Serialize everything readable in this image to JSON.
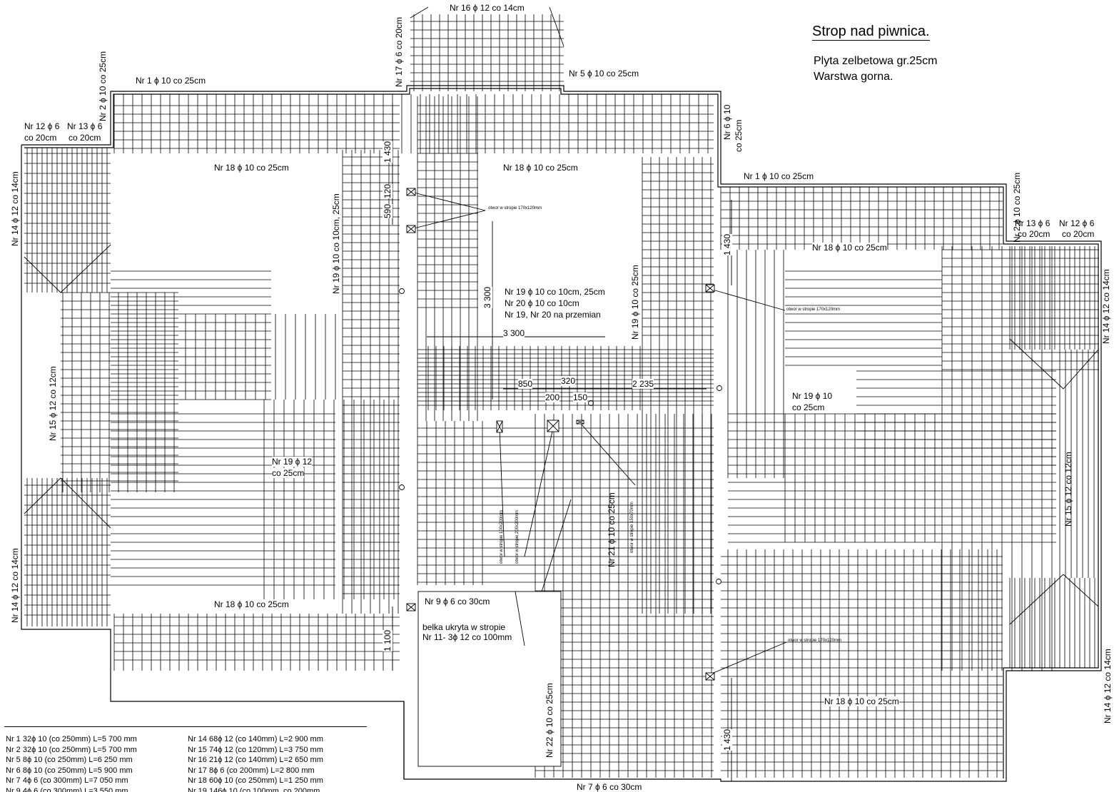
{
  "header": {
    "title": "Strop nad piwnica.",
    "subtitle_line1": "Plyta zelbetowa gr.25cm",
    "subtitle_line2": "Warstwa gorna."
  },
  "labels": {
    "nr16": "Nr 16 ϕ 12 co 14cm",
    "nr17": "Nr 17 ϕ 6 co 20cm",
    "nr5": "Nr 5 ϕ 10 co 25cm",
    "nr1_left": "Nr 1 ϕ 10 co 25cm",
    "nr2": "Nr 2 ϕ 10 co 25cm",
    "nr12_left_a": "Nr 12 ϕ 6",
    "nr12_left_b": "co 20cm",
    "nr13_left_a": "Nr 13 ϕ 6",
    "nr13_left_b": "co 20cm",
    "nr6_a": "Nr 6 ϕ 10",
    "nr6_b": "co 25cm",
    "nr1_right": "Nr 1 ϕ 10 co 25cm",
    "nr_right_vert": "Nr 2 ϕ 10 co 25cm",
    "nr13_right_a": "Nr 13 ϕ 6",
    "nr13_right_b": "co 20cm",
    "nr12_right_a": "Nr 12 ϕ 6",
    "nr12_right_b": "co 20cm",
    "nr18_top_left": "Nr 18 ϕ 10 co 25cm",
    "nr18_top_mid": "Nr 18 ϕ 10 co 25cm",
    "nr18_right": "Nr 18 ϕ 10 co 25cm",
    "nr18_bottom_left": "Nr 18 ϕ 10 co 25cm",
    "nr18_bottom_right": "Nr 18 ϕ 10 co 25cm",
    "nr14_left_top": "Nr 14 ϕ 12 co 14cm",
    "nr14_left_bottom": "Nr 14 ϕ 12 co 14cm",
    "nr14_right_top": "Nr 14 ϕ 12 co 14cm",
    "nr14_right_bottom": "Nr 14 ϕ 12 co 14cm",
    "nr15_left": "Nr 15 ϕ 12 co 12cm",
    "nr15_right": "Nr 15 ϕ 12 co 12cm",
    "nr19_vert_left": "Nr 19 ϕ 10 co 10cm, 25cm",
    "nr19_vert_right": "Nr 19 ϕ 10 co 25cm",
    "nr19_center_1": "Nr 19 ϕ 10 co 10cm, 25cm",
    "nr19_center_2": "Nr 20 ϕ 10 co 10cm",
    "nr19_center_3": "Nr 19, Nr 20 na przemian",
    "nr19_right_a": "Nr 19 ϕ 10",
    "nr19_right_b": "co 25cm",
    "nr19_left_a": "Nr 19 ϕ 12",
    "nr19_left_b": "co 25cm",
    "nr21": "Nr 21 ϕ 10 co 25cm",
    "nr22": "Nr 22 ϕ 10 co 25cm",
    "nr9": "Nr 9 ϕ 6 co 30cm",
    "belka_a": "belka ukryta w stropie",
    "belka_b": "Nr 11- 3ϕ 12 co 100mm",
    "nr7": "Nr 7 ϕ 6 co 30cm",
    "otwor_top": "otwor w stropie 170x120mm",
    "otwor_right_top": "otwor w stropie 170x120mm",
    "otwor_right_bottom": "otwor w stropie 170x120mm",
    "otwor_100": "otwor w stropie 100x200mm",
    "otwor_200": "otwor w stropie 200x200mm",
    "otwor_150": "otwor w stropie 150x70mm"
  },
  "dimensions": {
    "d1430_top": "1 430",
    "d120": "120",
    "d590": "590",
    "d3300_v": "3 300",
    "d3300_h": "3 300",
    "d850": "850",
    "d320": "320",
    "d200": "200",
    "d150": "150",
    "d2235": "2 235",
    "d1430_right": "1 430",
    "d1100": "1 100",
    "d1430_bottom": "1 430"
  },
  "legend": {
    "left": [
      "Nr 1  32ϕ 10 (co 250mm) L=5 700 mm",
      "Nr 2  32ϕ 10 (co 250mm) L=5 700 mm",
      "Nr 5  8ϕ 10 (co 250mm) L=6 250 mm",
      "Nr 6  8ϕ 10 (co 250mm) L=5 900 mm",
      "Nr 7  4ϕ 6 (co 300mm) L=7 050 mm",
      "Nr 9  4ϕ 6 (co 300mm) L=3 550 mm"
    ],
    "right": [
      "Nr 14  68ϕ 12 (co 140mm) L=2 900 mm",
      "Nr 15  74ϕ 12 (co 120mm) L=3 750 mm",
      "Nr 16  21ϕ 12 (co 140mm) L=2 650 mm",
      "Nr 17  8ϕ 6 (co 200mm) L=2 800 mm",
      "Nr 18  60ϕ 10 (co 250mm) L=1 250 mm",
      "Nr 19  146ϕ 10 (co 100mm, co 200mm,"
    ]
  }
}
